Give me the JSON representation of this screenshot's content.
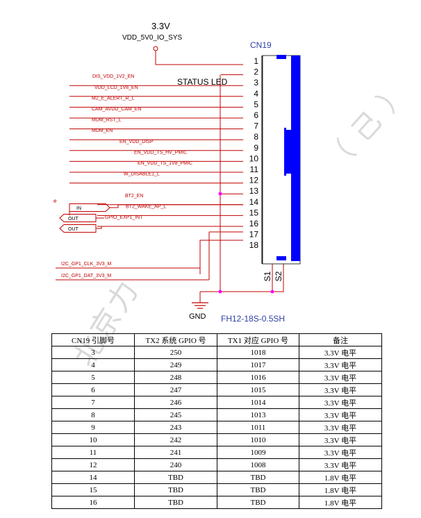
{
  "schematic": {
    "supply_voltage": "3.3V",
    "supply_net": "VDD_5V0_IO_SYS",
    "connector_ref": "CN19",
    "connector_part": "FH12-18S-0.5SH",
    "ground_label": "GND",
    "status_led_label": "STATUS LED",
    "shield_labels": [
      "S1",
      "S2"
    ],
    "pin_numbers": [
      "1",
      "2",
      "3",
      "4",
      "5",
      "6",
      "7",
      "8",
      "9",
      "10",
      "11",
      "12",
      "13",
      "14",
      "15",
      "16",
      "17",
      "18"
    ],
    "nets": [
      {
        "pin": "3",
        "name": "DIS_VDD_1V2_EN"
      },
      {
        "pin": "4",
        "name": "VDD_LCD_1V8_EN"
      },
      {
        "pin": "5",
        "name": "M2_E_ALERT_R_L"
      },
      {
        "pin": "6",
        "name": "CAM_AVDD_CAM_EN"
      },
      {
        "pin": "7",
        "name": "MDM_RST_L"
      },
      {
        "pin": "8",
        "name": "MDM_EN"
      },
      {
        "pin": "9",
        "name": "EN_VDD_DISP"
      },
      {
        "pin": "10",
        "name": "EN_VDD_TS_HV_PMIC"
      },
      {
        "pin": "11",
        "name": "EN_VDD_TS_1V8_PMIC"
      },
      {
        "pin": "12",
        "name": "W_DISABLE1_L"
      },
      {
        "pin": "14",
        "name": "BT2_EN"
      },
      {
        "pin": "15",
        "name": "BT2_WAKE_AP_L"
      },
      {
        "pin": "16",
        "name": "GPIO_EXP1_INT"
      }
    ],
    "i2c_nets": [
      "I2C_GP1_CLK_3V3_M",
      "I2C_GP1_DAT_3V3_M"
    ],
    "port_labels": [
      "IN",
      "OUT",
      "OUT"
    ],
    "stray_mark": "e"
  },
  "table": {
    "headers": [
      "CN19 引脚号",
      "TX2 系统 GPIO 号",
      "TX1 对应 GPIO 号",
      "备注"
    ],
    "rows": [
      [
        "3",
        "250",
        "1018",
        "3.3V 电平"
      ],
      [
        "4",
        "249",
        "1017",
        "3.3V 电平"
      ],
      [
        "5",
        "248",
        "1016",
        "3.3V 电平"
      ],
      [
        "6",
        "247",
        "1015",
        "3.3V 电平"
      ],
      [
        "7",
        "246",
        "1014",
        "3.3V 电平"
      ],
      [
        "8",
        "245",
        "1013",
        "3.3V 电平"
      ],
      [
        "9",
        "243",
        "1011",
        "3.3V 电平"
      ],
      [
        "10",
        "242",
        "1010",
        "3.3V 电平"
      ],
      [
        "11",
        "241",
        "1009",
        "3.3V 电平"
      ],
      [
        "12",
        "240",
        "1008",
        "3.3V 电平"
      ],
      [
        "14",
        "TBD",
        "TBD",
        "1.8V 电平"
      ],
      [
        "15",
        "TBD",
        "TBD",
        "1.8V 电平"
      ],
      [
        "16",
        "TBD",
        "TBD",
        "1.8V 电平"
      ]
    ]
  },
  "colors": {
    "wire": "#c00000",
    "connector_blue": "#0000ff",
    "junction": "#ff00ff",
    "net_text": "#c00000",
    "ref_text": "#2e3fa3"
  }
}
